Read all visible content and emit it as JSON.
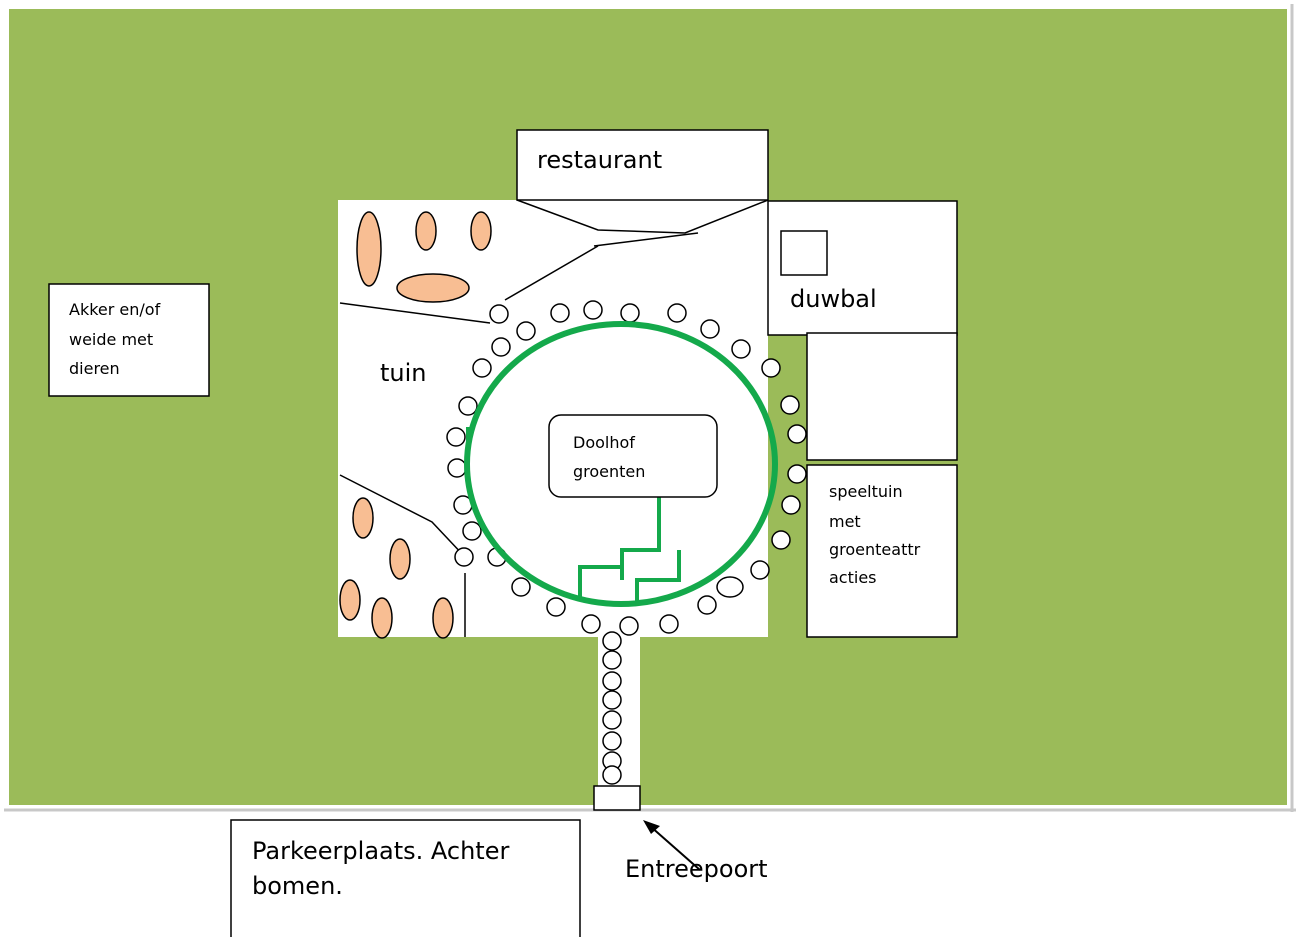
{
  "map": {
    "colors": {
      "grass": "#9bbb59",
      "maze": "#14a94b",
      "flowerbed": "#f8be93",
      "ground": "#ffffff",
      "outline": "#000000"
    },
    "labels": {
      "restaurant": "restaurant",
      "duwbal": "duwbal",
      "tuin": "tuin",
      "akker": [
        "Akker en/of",
        "weide met",
        "dieren"
      ],
      "doolhof": [
        "Doolhof",
        "groenten"
      ],
      "speeltuin": [
        "speeltuin",
        "met",
        "groenteattr",
        "acties"
      ],
      "parkeerplaats": [
        "Parkeerplaats. Achter",
        "bomen."
      ],
      "entreepoort": "Entreepoort"
    }
  }
}
